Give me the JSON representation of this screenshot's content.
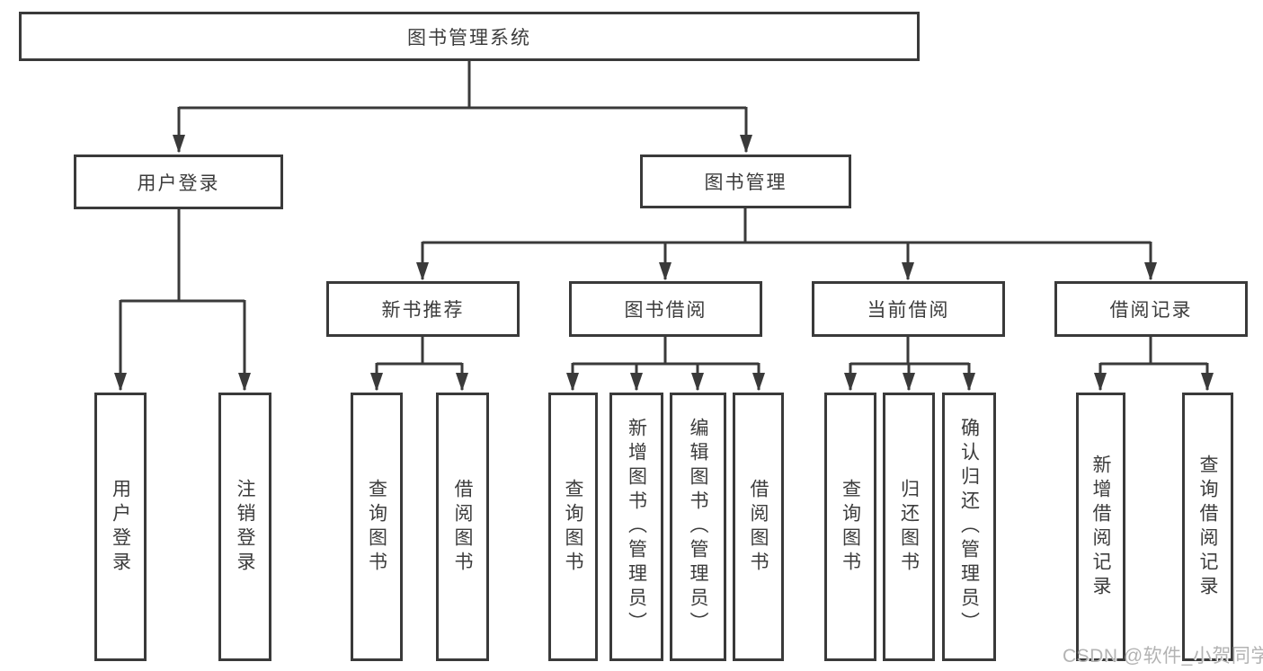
{
  "diagram": {
    "root": {
      "label": "图书管理系统"
    },
    "level2": {
      "user_login": {
        "label": "用户登录"
      },
      "book_management": {
        "label": "图书管理"
      }
    },
    "level3": {
      "new_book_recommend": {
        "label": "新书推荐"
      },
      "book_borrow": {
        "label": "图书借阅"
      },
      "current_borrow": {
        "label": "当前借阅"
      },
      "borrow_records": {
        "label": "借阅记录"
      }
    },
    "leaves": {
      "user_login": {
        "label": "用户登录"
      },
      "logout": {
        "label": "注销登录"
      },
      "recommend_query_books": {
        "label": "查询图书"
      },
      "recommend_borrow_books": {
        "label": "借阅图书"
      },
      "borrow_query_books": {
        "label": "查询图书"
      },
      "add_book_admin": {
        "label": "新增图书（管理员）"
      },
      "edit_book_admin": {
        "label": "编辑图书（管理员）"
      },
      "borrow_books": {
        "label": "借阅图书"
      },
      "current_query_books": {
        "label": "查询图书"
      },
      "return_book": {
        "label": "归还图书"
      },
      "confirm_return_admin": {
        "label": "确认归还（管理员）"
      },
      "add_borrow_record": {
        "label": "新增借阅记录"
      },
      "query_borrow_record": {
        "label": "查询借阅记录"
      }
    }
  },
  "watermark": {
    "text": "CSDN @软件_小贺同学"
  },
  "colors": {
    "line": "#3a3a3a",
    "text": "#3c3c3c",
    "watermark": "#b3b3b3",
    "background": "#ffffff"
  }
}
